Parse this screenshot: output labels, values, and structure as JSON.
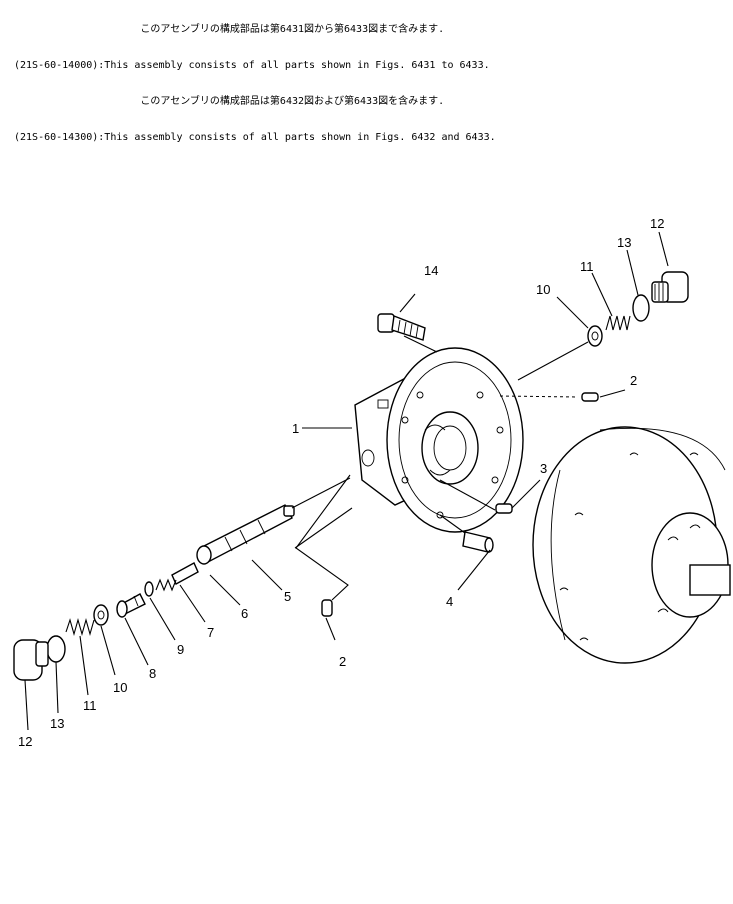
{
  "header": {
    "lines": [
      "                     このアセンブリの構成部品は第6431図から第6433図まで含みます.",
      "(21S-60-14000):This assembly consists of all parts shown in Figs. 6431 to 6433.",
      "                     このアセンブリの構成部品は第6432図および第6433図を含みます.",
      "(21S-60-14300):This assembly consists of all parts shown in Figs. 6432 and 6433."
    ]
  },
  "callouts": {
    "c1": "1",
    "c2a": "2",
    "c2b": "2",
    "c3": "3",
    "c4": "4",
    "c5": "5",
    "c6": "6",
    "c7": "7",
    "c8": "8",
    "c9": "9",
    "c10a": "10",
    "c10b": "10",
    "c11a": "11",
    "c11b": "11",
    "c12a": "12",
    "c12b": "12",
    "c13a": "13",
    "c13b": "13",
    "c14": "14"
  },
  "colors": {
    "ink": "#000000",
    "paper": "#ffffff"
  }
}
